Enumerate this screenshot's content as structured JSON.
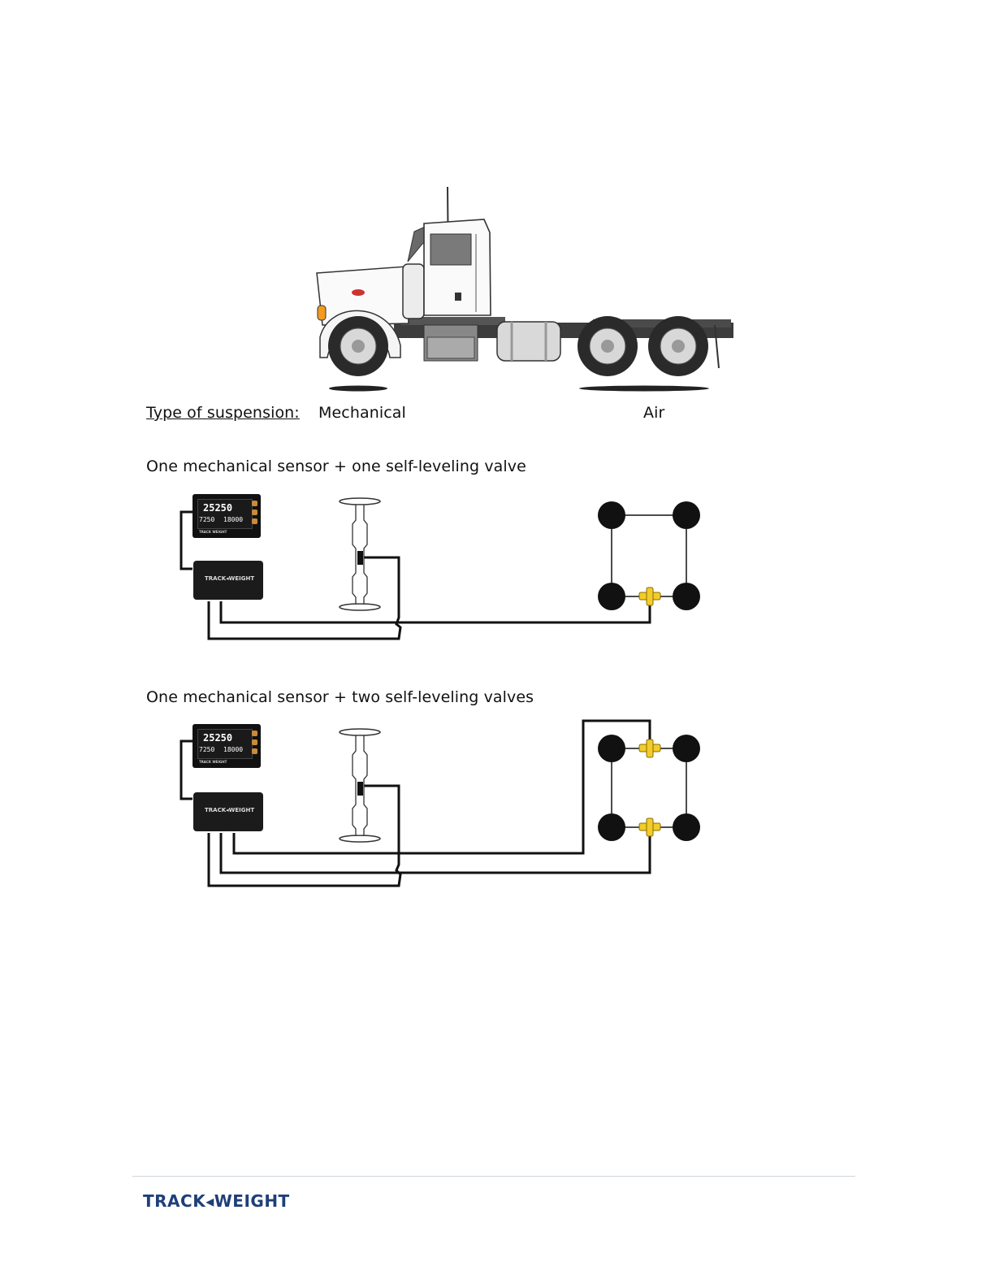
{
  "suspension": {
    "label": "Type of suspension:",
    "option_mechanical": "Mechanical",
    "option_air": "Air"
  },
  "diagram1": {
    "title": "One mechanical sensor + one self-leveling valve"
  },
  "diagram2": {
    "title": "One mechanical sensor + two self-leveling valves"
  },
  "display": {
    "total": "25250",
    "left_value": "7250",
    "right_value": "18000",
    "brand": "TRACK WEIGHT"
  },
  "module": {
    "brand": "TRACK◂WEIGHT"
  },
  "footer": {
    "logo": "TRACK◂WEIGHT"
  },
  "colors": {
    "logo_blue": "#1f3f7a",
    "logo_orange": "#e8821e",
    "valve_yellow": "#f2cc2a"
  }
}
